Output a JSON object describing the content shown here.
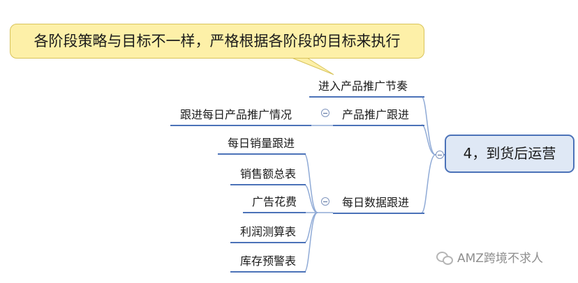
{
  "callout": {
    "text": "各阶段策略与目标不一样，严格根据各阶段的目标来执行"
  },
  "root": {
    "label": "4，到货后运营"
  },
  "branches": [
    {
      "label": "进入产品推广节奏"
    },
    {
      "label": "产品推广跟进",
      "children": [
        {
          "label": "跟进每日产品推广情况"
        }
      ]
    },
    {
      "label": "每日数据跟进",
      "children": [
        {
          "label": "每日销量跟进"
        },
        {
          "label": "销售额总表"
        },
        {
          "label": "广告花费"
        },
        {
          "label": "利润测算表"
        },
        {
          "label": "库存预警表"
        }
      ]
    }
  ],
  "watermark": {
    "text": "AMZ跨境不求人",
    "icon": "wechat-icon"
  },
  "colors": {
    "line": "#4b72b8",
    "root_fill": "#dfe8f5",
    "callout_fill": "#fdf0a8",
    "callout_border": "#d8c35a"
  }
}
